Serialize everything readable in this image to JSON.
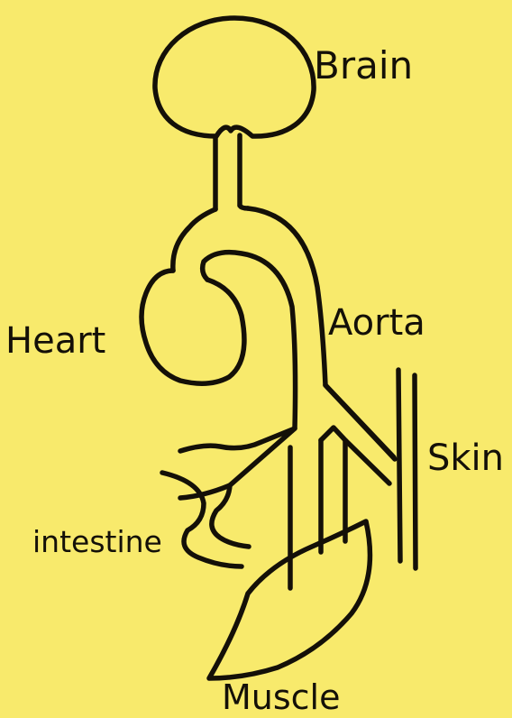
{
  "labels": {
    "brain": "Brain",
    "aorta": "Aorta",
    "heart": "Heart",
    "skin": "Skin",
    "intestine": "intestine",
    "muscle": "Muscle"
  },
  "colors": {
    "background": "#f8ea6c",
    "ink": "#141008"
  }
}
